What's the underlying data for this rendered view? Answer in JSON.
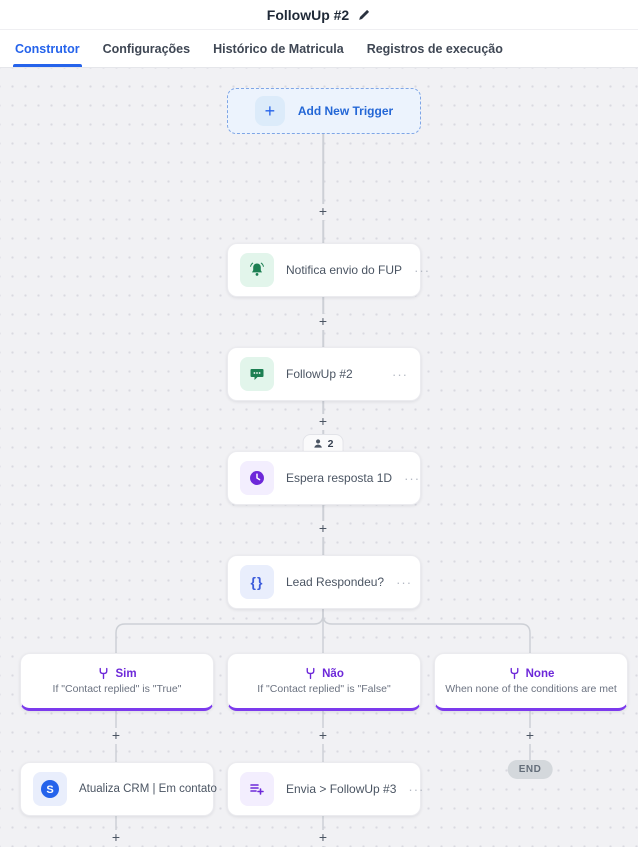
{
  "header": {
    "title": "FollowUp #2"
  },
  "tabs": [
    {
      "label": "Construtor"
    },
    {
      "label": "Configurações"
    },
    {
      "label": "Histórico de Matricula"
    },
    {
      "label": "Registros de execução"
    }
  ],
  "canvas": {
    "plus_char": "+",
    "menu_char": "···",
    "trigger": {
      "label": "Add New Trigger",
      "plus": "+"
    },
    "nodes": [
      {
        "label": "Notifica envio do FUP",
        "icon": "bell-icon"
      },
      {
        "label": "FollowUp #2",
        "icon": "chat-icon"
      },
      {
        "label": "Espera resposta 1D",
        "icon": "clock-icon"
      },
      {
        "label": "Lead Respondeu?",
        "icon": "braces-icon",
        "glyph": "{}"
      }
    ],
    "enrolled_badge": {
      "count": "2"
    },
    "branches": [
      {
        "label": "Sim",
        "condition": "If \"Contact replied\" is \"True\""
      },
      {
        "label": "Não",
        "condition": "If \"Contact replied\" is \"False\""
      },
      {
        "label": "None",
        "condition": "When none of the conditions are met"
      }
    ],
    "bottom_nodes": [
      {
        "label": "Atualiza CRM | Em contato",
        "icon": "crm-s-icon",
        "glyph": "S"
      },
      {
        "label": "Envia > FollowUp #3",
        "icon": "list-plus-icon"
      }
    ],
    "end_label": "END"
  },
  "colors": {
    "accent_blue": "#2563eb",
    "accent_purple": "#7c3aed",
    "accent_green": "#1c7f52",
    "canvas_bg": "#f1f1f4",
    "line": "#cdd0d6"
  }
}
